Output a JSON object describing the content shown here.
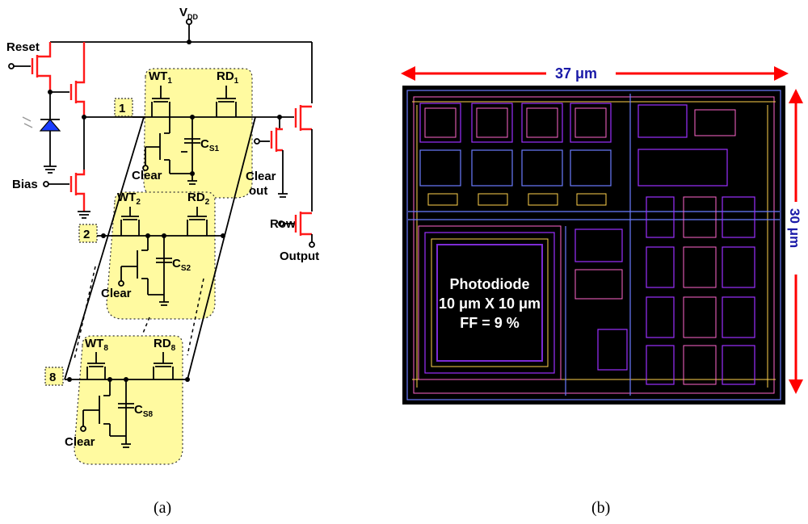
{
  "circuit": {
    "supply": "V",
    "supply_sub": "DD",
    "reset": "Reset",
    "bias": "Bias",
    "row": "Row",
    "output": "Output",
    "clear_out_1": "Clear",
    "clear_out_2": "out",
    "clear": "Clear",
    "cell_tags": [
      "1",
      "2",
      "8"
    ],
    "wt": "WT",
    "rd": "RD",
    "cs": "C",
    "cs_sub": "S",
    "indices": [
      "1",
      "2",
      "8"
    ]
  },
  "layout": {
    "width": "37 μm",
    "height": "30 μm",
    "photodiode_line1": "Photodiode",
    "photodiode_line2": "10 μm X 10 μm",
    "photodiode_line3": "FF = 9 %",
    "colors": {
      "arrow": "#ff0000",
      "dimension_text": "#1a1aa8",
      "background": "#000000"
    }
  },
  "captions": {
    "a": "(a)",
    "b": "(b)"
  }
}
